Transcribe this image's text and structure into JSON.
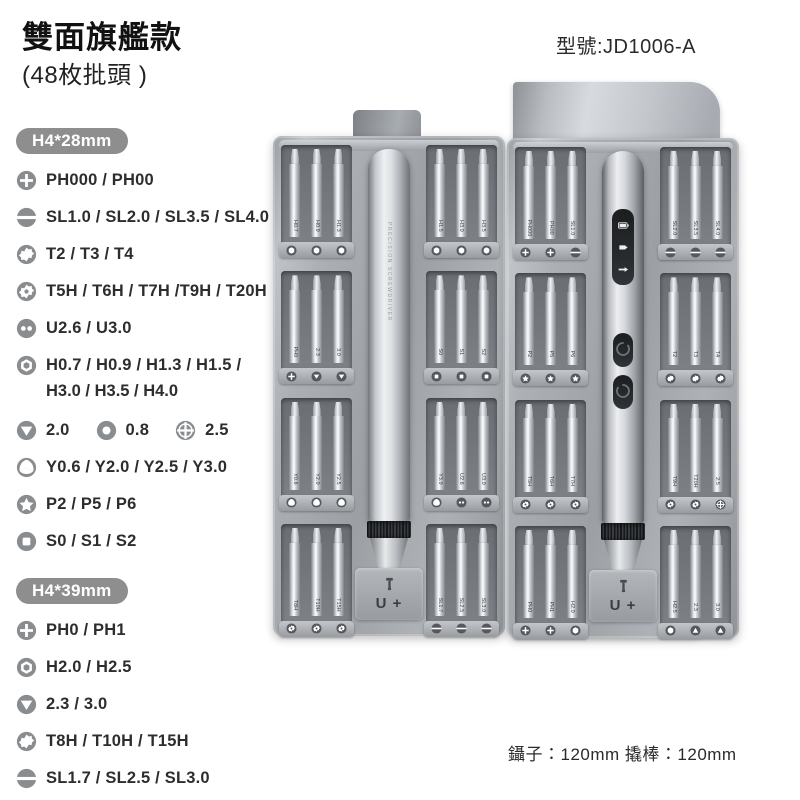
{
  "header": {
    "title": "雙面旗艦款",
    "subtitle": "(48枚批頭 )",
    "model": "型號:JD1006-A"
  },
  "footnote": "鑷子：120mm 撬棒：120mm",
  "colors": {
    "text": "#2d2d2d",
    "badge_bg": "#8e8e8e",
    "badge_text": "#ffffff",
    "icon": "#8a8d90",
    "background": "#ffffff"
  },
  "spec_sections": [
    {
      "badge": "H4*28mm",
      "rows": [
        {
          "icon": "phillips-icon",
          "text": "PH000 / PH00"
        },
        {
          "icon": "slotted-icon",
          "text": "SL1.0 / SL2.0 / SL3.5 / SL4.0"
        },
        {
          "icon": "torx-icon",
          "text": "T2 / T3 / T4"
        },
        {
          "icon": "torx-security-icon",
          "text": "T5H / T6H / T7H /T9H / T20H"
        },
        {
          "icon": "u-spanner-icon",
          "text": "U2.6 / U3.0"
        },
        {
          "icon": "hex-icon",
          "text": "H0.7 / H0.9 / H1.3 / H1.5 /",
          "text2": "H3.0 / H3.5 / H4.0"
        },
        {
          "icon": "triangle-icon",
          "text": "2.0",
          "extra": [
            {
              "icon": "dot-icon",
              "text": "0.8"
            },
            {
              "icon": "cross-circle-icon",
              "text": "2.5"
            }
          ]
        },
        {
          "icon": "tri-wing-icon",
          "text": "Y0.6 / Y2.0 / Y2.5 / Y3.0"
        },
        {
          "icon": "pentalobe-icon",
          "text": "P2 / P5 / P6"
        },
        {
          "icon": "square-icon",
          "text": "S0 / S1 / S2"
        }
      ]
    },
    {
      "badge": "H4*39mm",
      "rows": [
        {
          "icon": "phillips-icon",
          "text": "PH0 / PH1"
        },
        {
          "icon": "hex-icon",
          "text": "H2.0 / H2.5"
        },
        {
          "icon": "triangle-icon",
          "text": "2.3 / 3.0"
        },
        {
          "icon": "torx-icon",
          "text": "T8H / T10H / T15H"
        },
        {
          "icon": "slotted-icon",
          "text": "SL1.7 / SL2.5 / SL3.0"
        }
      ]
    }
  ],
  "product": {
    "left_case": {
      "brand": "U +",
      "driver_type": "manual-screwdriver",
      "left_column_groups": [
        {
          "bits": [
            "H0.7",
            "H0.9",
            "H1.3"
          ],
          "head": "hex-icon"
        },
        {
          "bits": [
            "PH0",
            "2.3",
            "3.0"
          ],
          "head": "mixed-icon"
        },
        {
          "bits": [
            "Y0.6",
            "Y2.0",
            "Y2.5"
          ],
          "head": "tri-wing-icon"
        },
        {
          "bits": [
            "T8H",
            "T10H",
            "T15H"
          ],
          "head": "torx-security-icon"
        }
      ],
      "right_column_groups": [
        {
          "bits": [
            "H1.5",
            "H3.0",
            "H3.5"
          ],
          "head": "hex-icon"
        },
        {
          "bits": [
            "S0",
            "S1",
            "S2"
          ],
          "head": "square-icon"
        },
        {
          "bits": [
            "Y3.0",
            "U2.6",
            "U3.0"
          ],
          "head": "u-spanner-icon"
        },
        {
          "bits": [
            "SL1.7",
            "SL2.5",
            "SL3.0"
          ],
          "head": "slotted-icon"
        }
      ]
    },
    "right_case": {
      "brand": "U +",
      "driver_type": "electric-screwdriver",
      "left_column_groups": [
        {
          "bits": [
            "PH000",
            "PH00",
            "SL1.0"
          ],
          "head": "phillips-icon"
        },
        {
          "bits": [
            "P2",
            "P5",
            "P6"
          ],
          "head": "pentalobe-icon"
        },
        {
          "bits": [
            "T5H",
            "T6H",
            "T7H"
          ],
          "head": "torx-security-icon"
        },
        {
          "bits": [
            "PH0",
            "PH1",
            "H2.0"
          ],
          "head": "phillips-icon"
        }
      ],
      "right_column_groups": [
        {
          "bits": [
            "SL2.0",
            "SL3.5",
            "SL4.0"
          ],
          "head": "slotted-icon"
        },
        {
          "bits": [
            "T2",
            "T3",
            "T4"
          ],
          "head": "torx-icon"
        },
        {
          "bits": [
            "T9H",
            "T20H",
            "2.5"
          ],
          "head": "torx-security-icon"
        },
        {
          "bits": [
            "H2.5",
            "2.3",
            "3.0"
          ],
          "head": "hex-icon"
        }
      ]
    }
  }
}
